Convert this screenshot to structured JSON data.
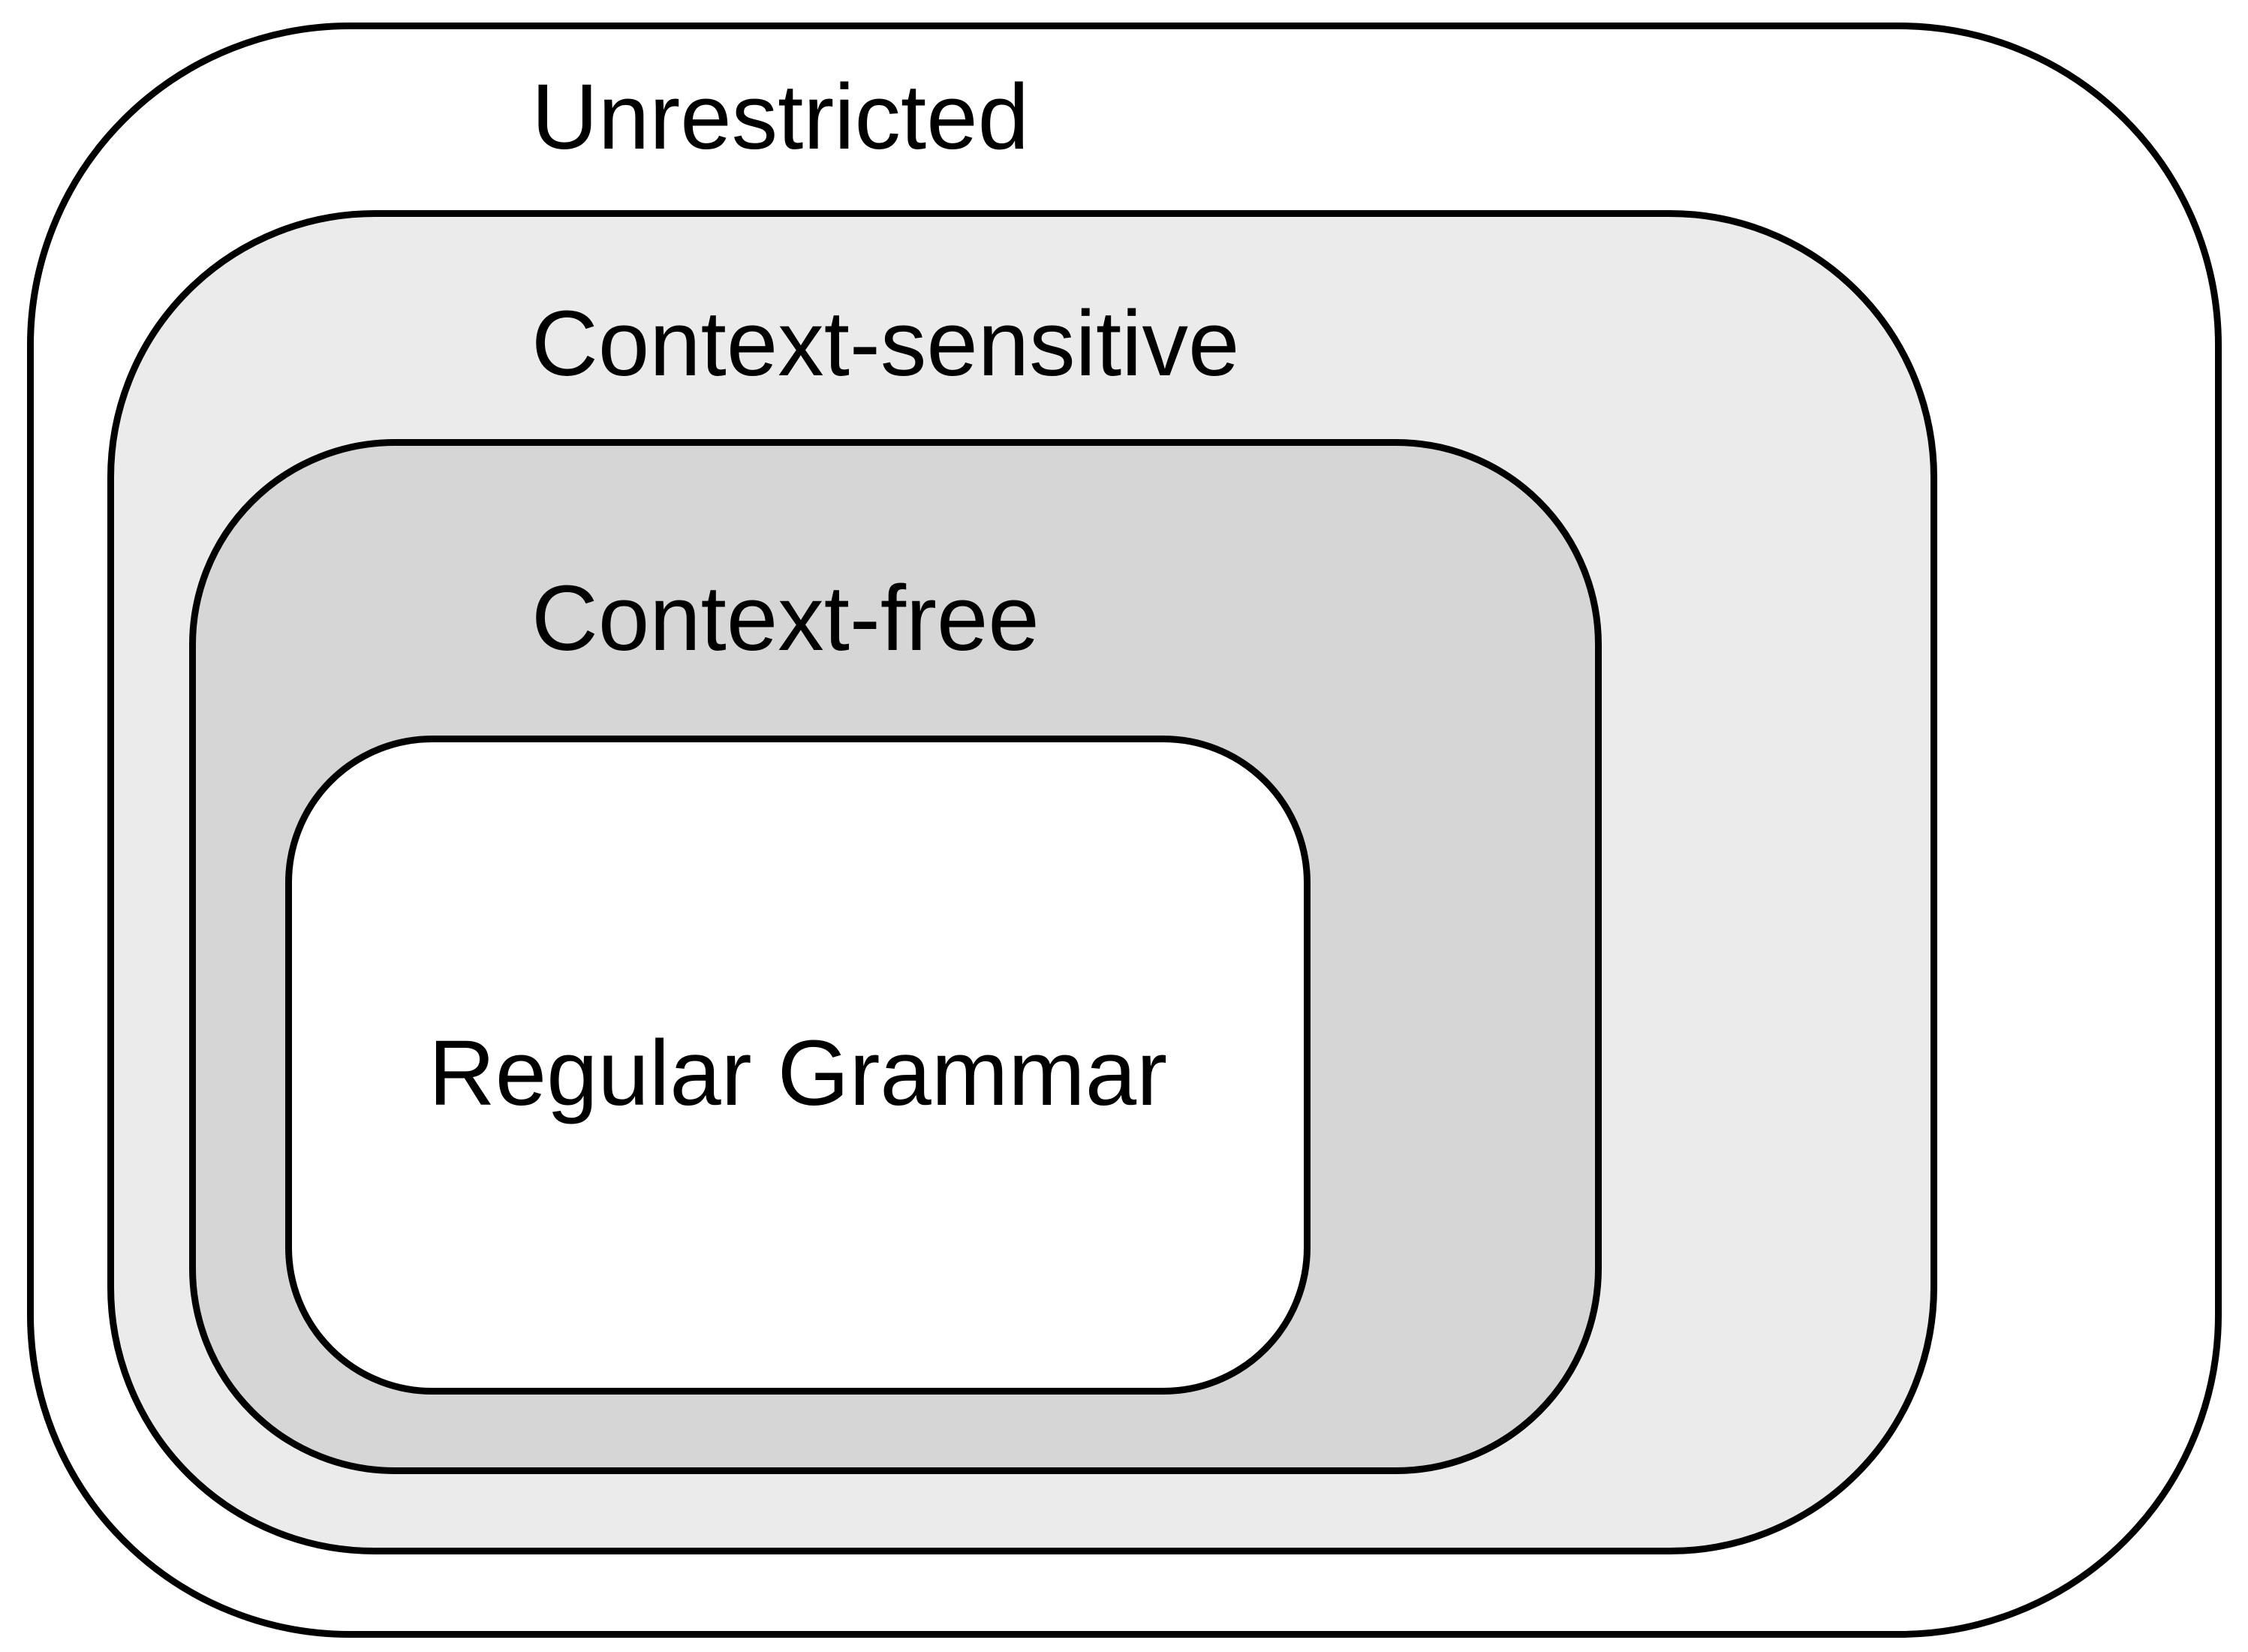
{
  "diagram": {
    "levels": [
      {
        "label": "Unrestricted",
        "fill": "#ffffff"
      },
      {
        "label": "Context-sensitive",
        "fill": "#ebebeb"
      },
      {
        "label": "Context-free",
        "fill": "#d6d6d6"
      },
      {
        "label": "Regular Grammar",
        "fill": "#ffffff"
      }
    ],
    "border_color": "#000000"
  }
}
